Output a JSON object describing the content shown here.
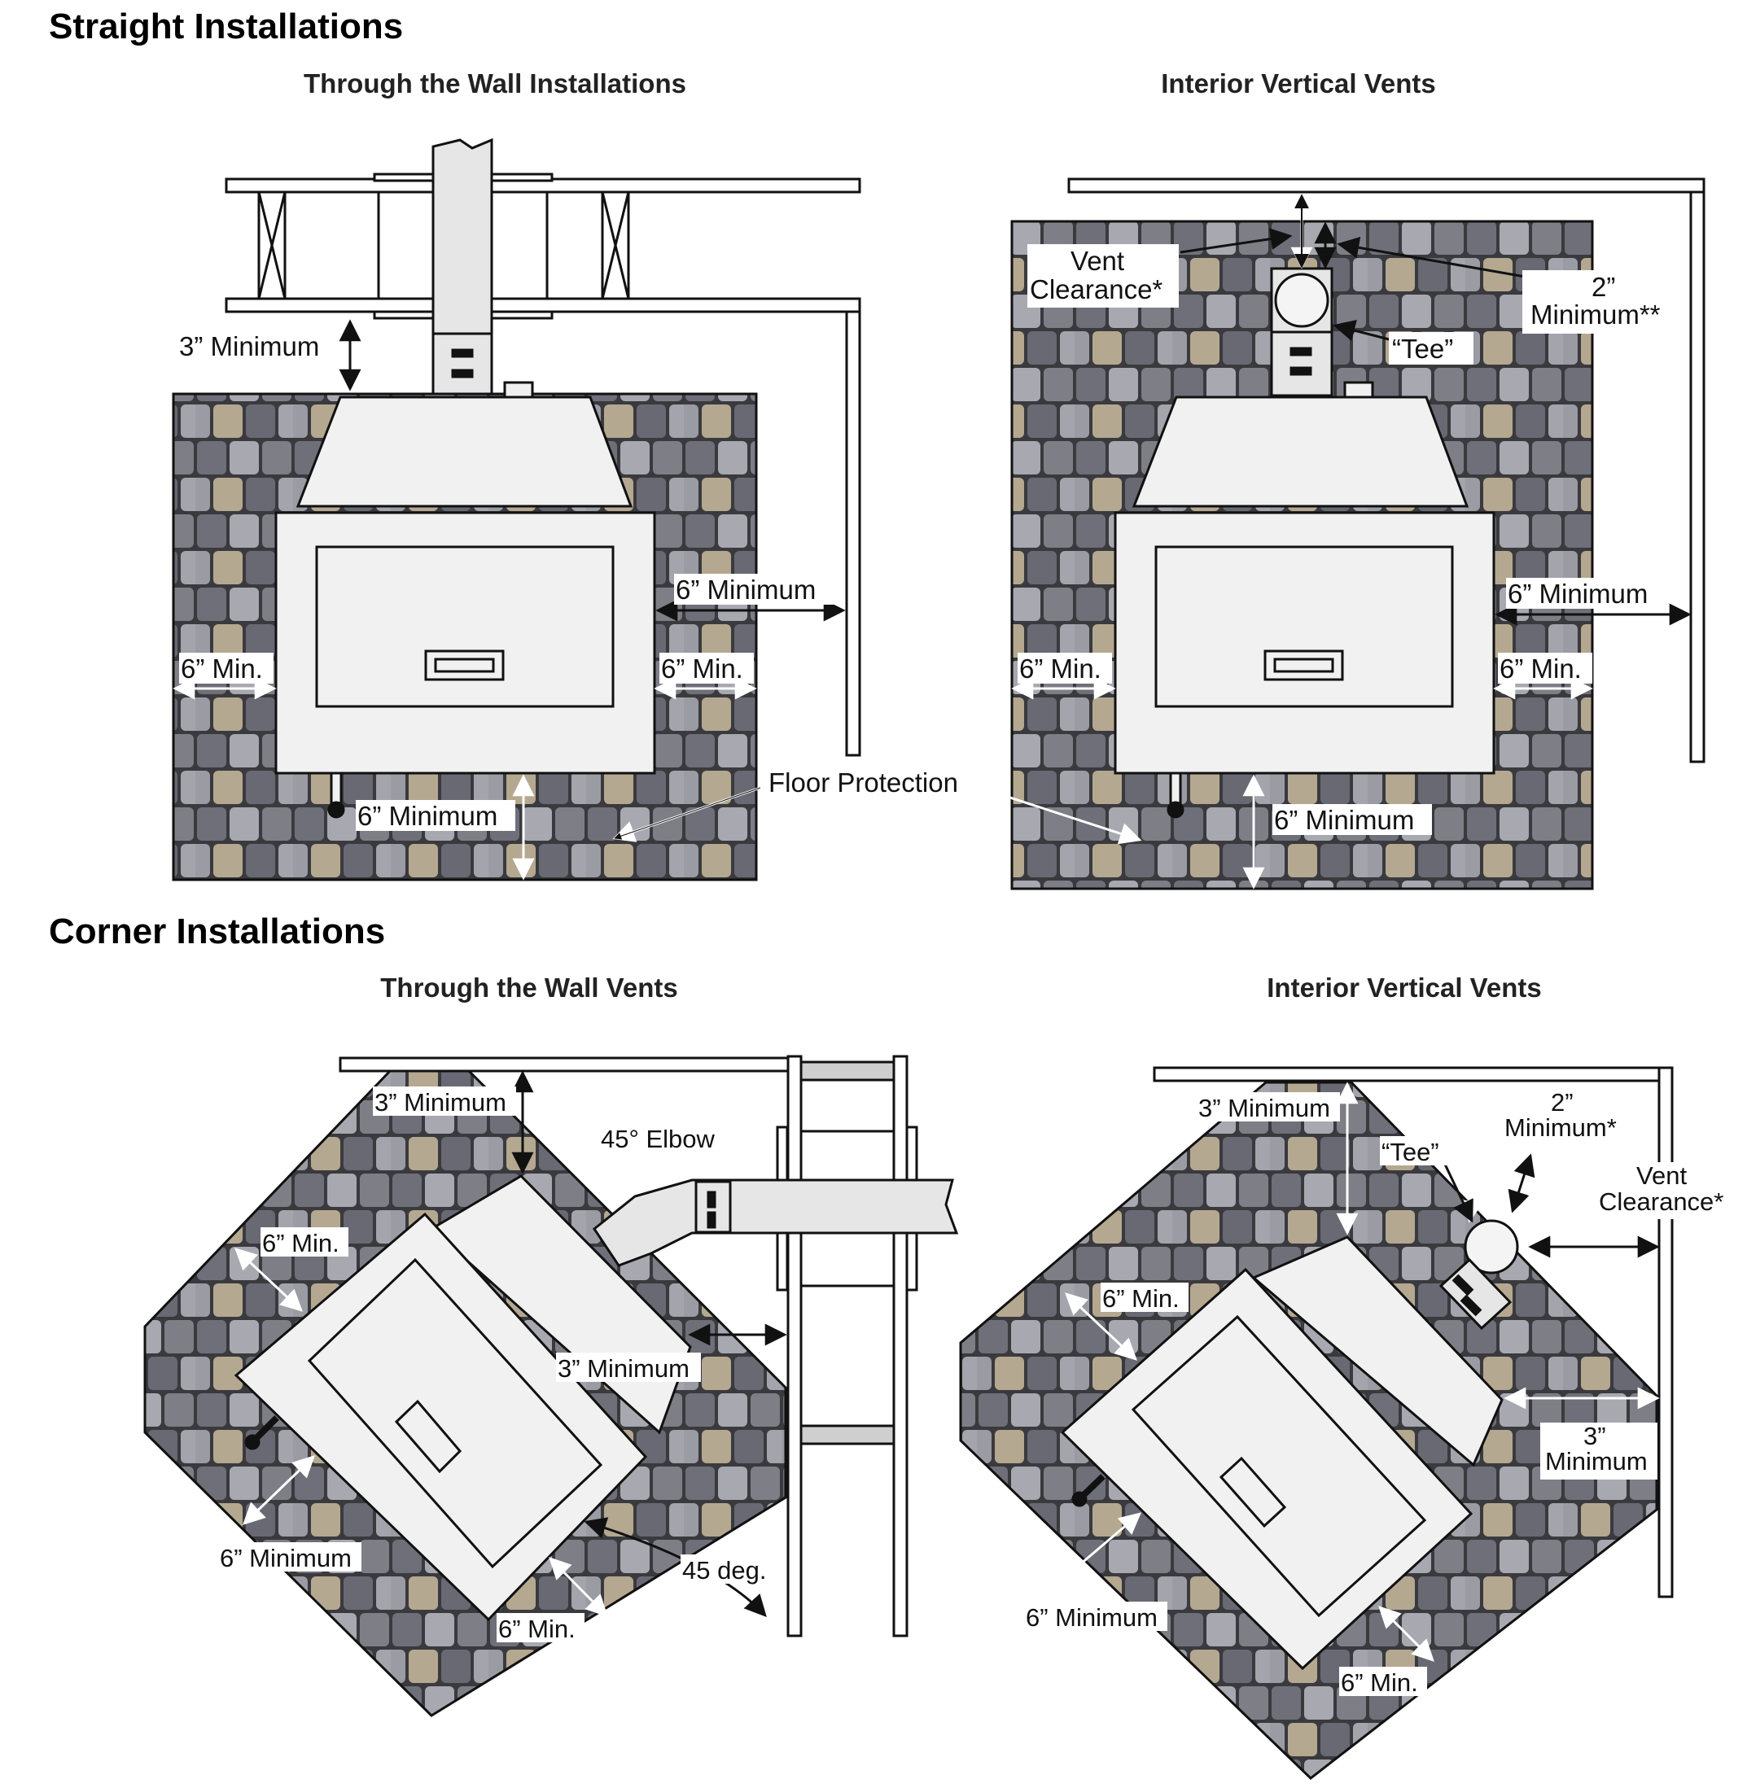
{
  "sections": {
    "straight": {
      "title": "Straight Installations",
      "left_subtitle": "Through the Wall Installations",
      "right_subtitle": "Interior Vertical Vents"
    },
    "corner": {
      "title": "Corner Installations",
      "left_subtitle": "Through the Wall Vents",
      "right_subtitle": "Interior Vertical Vents"
    }
  },
  "labels": {
    "three_min": "3” Minimum",
    "six_min": "6” Minimum",
    "six_min_short": "6” Min.",
    "floor_protection": "Floor Protection",
    "vent_clearance_1": "Vent",
    "vent_clearance_2": "Clearance*",
    "two_inch": "2”",
    "minimum_dbl": "Minimum**",
    "minimum_single": "Minimum*",
    "minimum": "Minimum",
    "three_inch": "3”",
    "tee": "“Tee”",
    "elbow": "45° Elbow",
    "deg": "45 deg."
  },
  "colors": {
    "stone_dark": "#6e6f78",
    "stone_light": "#a7a8b0",
    "stone_tan": "#b5a890",
    "mortar": "#3a3a3e",
    "appliance": "#f1f1f1",
    "outline": "#111111"
  }
}
